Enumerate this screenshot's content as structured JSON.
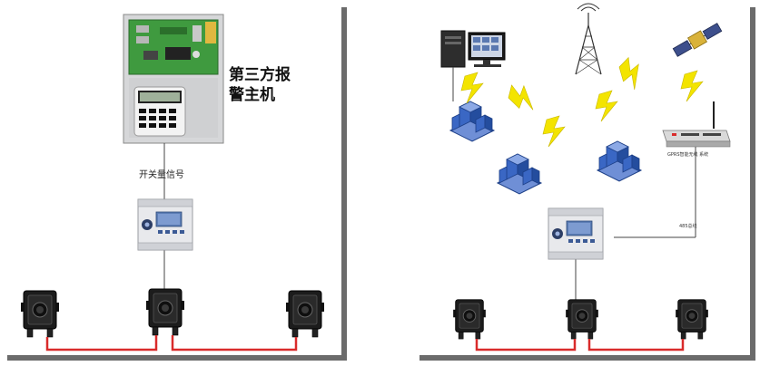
{
  "left_panel": {
    "host_label": "第三方报\n警主机",
    "signal_label": "开关量信号"
  },
  "right_panel": {
    "router_caption": "GPRS智能无线 系统",
    "link_caption": "485总线"
  },
  "colors": {
    "frame_shadow": "#6b6b6b",
    "cable_red": "#d92b2b",
    "lightning": "#f2e600",
    "building": "#2f5fb8",
    "pcb_green": "#3f9a3f",
    "device_gray": "#e6e7ea",
    "screen_blue": "#4a6ea8"
  },
  "icons": {
    "host": "alarm-host-panel-icon",
    "controller": "controller-unit-icon",
    "detector": "detector-box-icon",
    "computer": "computer-workstation-icon",
    "tower": "radio-tower-icon",
    "satellite": "satellite-icon",
    "router": "gprs-router-icon",
    "building": "building-icon",
    "lightning": "lightning-bolt-icon"
  }
}
